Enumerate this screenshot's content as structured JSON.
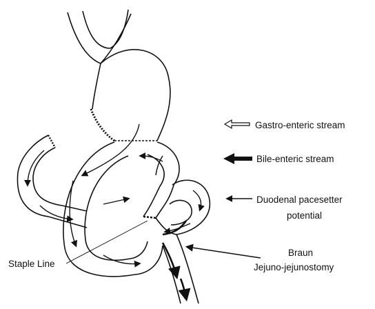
{
  "legend": {
    "gastro_enteric": "Gastro-enteric stream",
    "bile_enteric": "Bile-enteric stream",
    "duodenal_line1": "Duodenal pacesetter",
    "duodenal_line2": "potential"
  },
  "labels": {
    "staple_line": "Staple Line",
    "braun_line1": "Braun",
    "braun_line2": "Jejuno-jejunostomy"
  }
}
